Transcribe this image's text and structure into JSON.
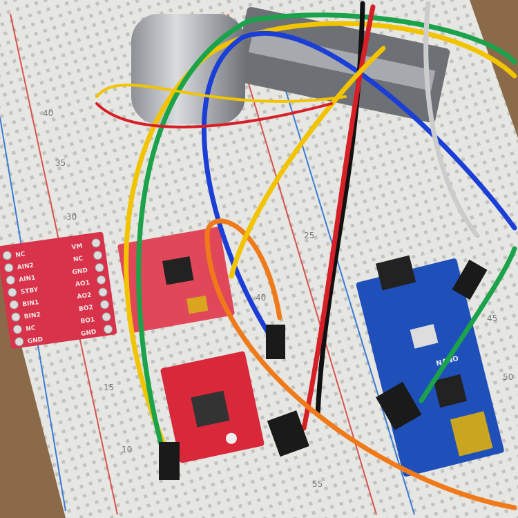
{
  "colors": {
    "wood": "#8a6a48",
    "breadboard": "#e6e6e3",
    "rail_red": "#d9534f",
    "rail_blue": "#3a7bd5",
    "driver_board": "#d8334a",
    "nano_board": "#1f4fb8",
    "wires": [
      "#f2c400",
      "#1aa34a",
      "#1b3fd6",
      "#111111",
      "#d61f26",
      "#f07a1a",
      "#cccccc"
    ]
  },
  "breadboard_numbers": [
    "40",
    "35",
    "30",
    "15",
    "10",
    "25",
    "40",
    "45",
    "50",
    "55"
  ],
  "driver_module": {
    "left_pins": [
      "NC",
      "AIN2",
      "AIN1",
      "STBY",
      "BIN1",
      "BIN2",
      "NC",
      "GND"
    ],
    "right_pins": [
      "VM",
      "NC",
      "GND",
      "AO1",
      "AO2",
      "BO2",
      "BO1",
      "GND"
    ]
  },
  "nano_label": "NANO"
}
